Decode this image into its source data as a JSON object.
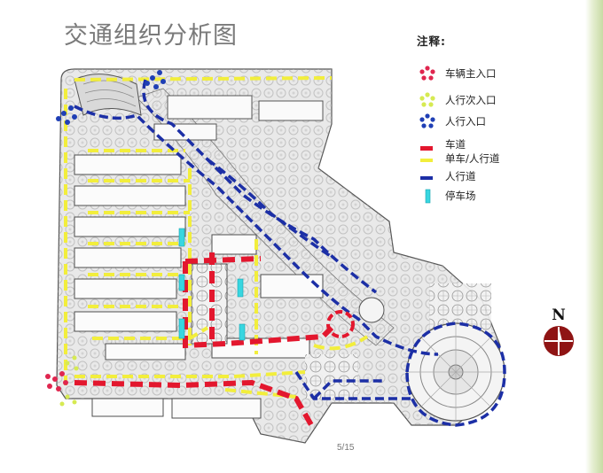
{
  "title": "交通组织分析图",
  "legend": {
    "heading": "注释:",
    "items": [
      {
        "key": "main-vehicle-entrance",
        "label": "车辆主入口",
        "color": "#e0264f",
        "icon": "asterisk-dots-icon"
      },
      {
        "key": "secondary-pedestrian-entrance",
        "label": "人行次入口",
        "color": "#d6ea52",
        "icon": "asterisk-dots-icon"
      },
      {
        "key": "pedestrian-entrance",
        "label": "人行入口",
        "color": "#1f3fb5",
        "icon": "asterisk-dots-icon"
      },
      {
        "key": "vehicle-road",
        "label": "车道",
        "color": "#e3172e",
        "icon": "dash-icon"
      },
      {
        "key": "bike-pedestrian-road",
        "label": "单车/人行道",
        "color": "#f2ee3c",
        "icon": "dash-icon"
      },
      {
        "key": "pedestrian-road",
        "label": "人行道",
        "color": "#1c2fa6",
        "icon": "dash-icon"
      },
      {
        "key": "parking",
        "label": "停车场",
        "color": "#38d6e0",
        "icon": "parking-bar-icon"
      }
    ]
  },
  "compass": {
    "label": "N",
    "color": "#8f1414"
  },
  "page_indicator": "5/15"
}
